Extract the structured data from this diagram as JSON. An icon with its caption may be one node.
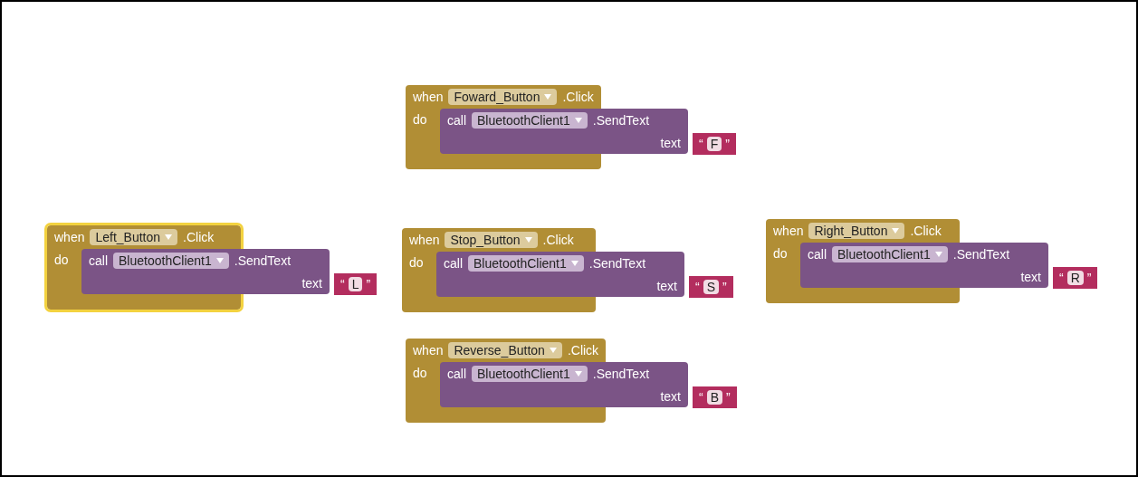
{
  "diagram": {
    "nodes": [
      {
        "text": [
          "when",
          ".Click",
          "do"
        ]
      },
      {
        "text": [
          "Foward_Button"
        ],
        "in": 0
      },
      {
        "text": [
          "call",
          ".SendText",
          "text"
        ]
      },
      {
        "text": [
          "BluetoothClient1"
        ]
      },
      {
        "text": [
          "“",
          "F",
          "”"
        ]
      },
      {
        "text": [
          "when",
          ".Click",
          "do"
        ]
      },
      {
        "text": [
          "Left_Button"
        ],
        "in": 5
      },
      {
        "text": [
          "call",
          ".SendText",
          "text"
        ]
      },
      {
        "text": [
          "BluetoothClient1"
        ]
      },
      {
        "text": [
          "“",
          "L",
          "”"
        ]
      },
      {
        "text": [
          "when",
          ".Click",
          "do"
        ]
      },
      {
        "text": [
          "Stop_Button"
        ],
        "in": 10
      },
      {
        "text": [
          "call",
          ".SendText",
          "text"
        ]
      },
      {
        "text": [
          "BluetoothClient1"
        ]
      },
      {
        "text": [
          "“",
          "S",
          "”"
        ]
      },
      {
        "text": [
          "when",
          ".Click",
          "do"
        ]
      },
      {
        "text": [
          "Right_Button"
        ],
        "in": 15
      },
      {
        "text": [
          "call",
          ".SendText",
          "text"
        ]
      },
      {
        "text": [
          "BluetoothClient1"
        ]
      },
      {
        "text": [
          "“",
          "R",
          "”"
        ]
      },
      {
        "text": [
          "when",
          ".Click",
          "do"
        ]
      },
      {
        "text": [
          "Reverse_Button"
        ],
        "in": 20
      },
      {
        "text": [
          "call",
          ".SendText",
          "text"
        ]
      },
      {
        "text": [
          "BluetoothClient1"
        ]
      },
      {
        "text": [
          "“",
          "B",
          "”"
        ]
      }
    ]
  }
}
